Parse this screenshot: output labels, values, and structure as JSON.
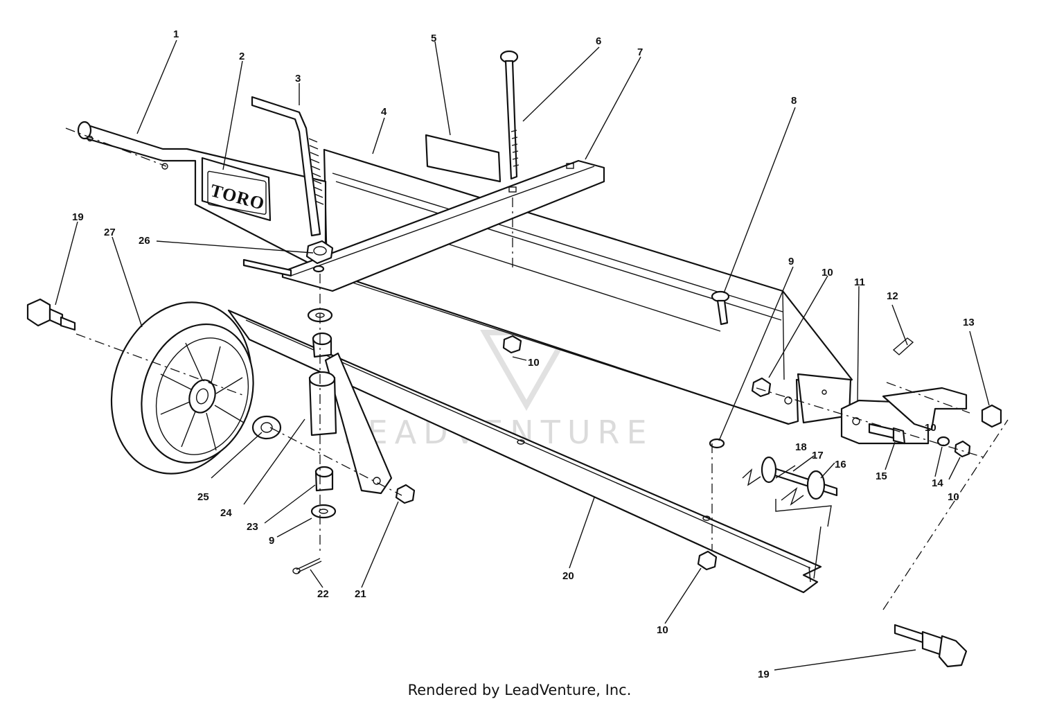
{
  "logo": {
    "text": "TORO"
  },
  "watermark": {
    "text": "LEADVENTURE"
  },
  "credit": "Rendered by LeadVenture, Inc.",
  "callouts": [
    "1",
    "2",
    "3",
    "4",
    "5",
    "6",
    "7",
    "8",
    "9",
    "10",
    "10",
    "11",
    "12",
    "13",
    "19",
    "27",
    "26",
    "10",
    "25",
    "24",
    "23",
    "9",
    "22",
    "21",
    "20",
    "10",
    "18",
    "17",
    "16",
    "15",
    "14",
    "10",
    "19"
  ]
}
